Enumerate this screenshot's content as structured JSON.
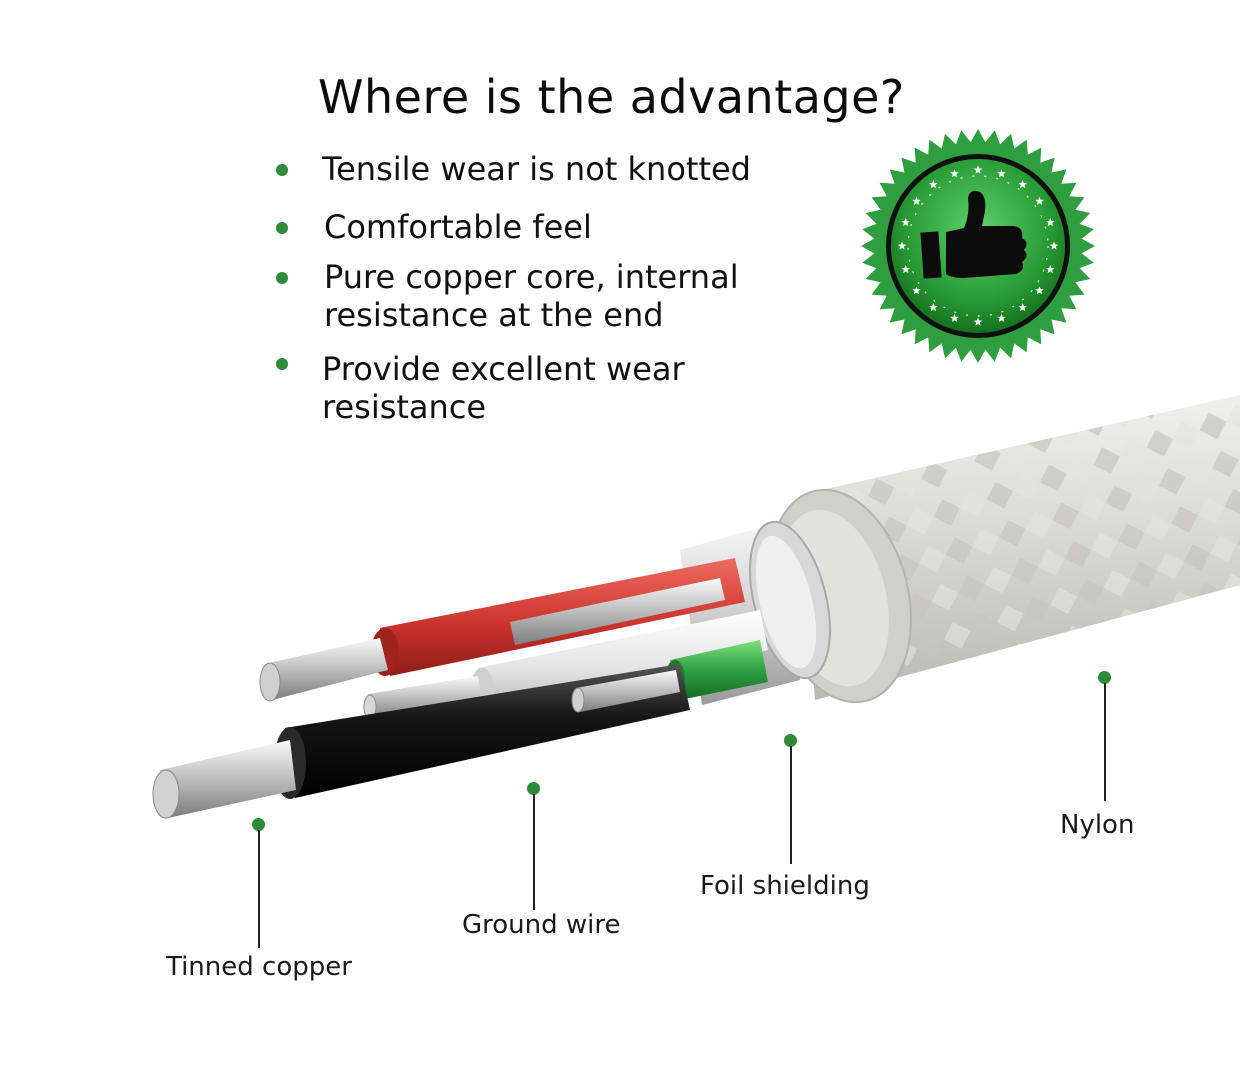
{
  "heading": "Where is the advantage?",
  "bullets": [
    {
      "lines": [
        "Tensile wear is not knotted"
      ]
    },
    {
      "lines": [
        "Comfortable feel"
      ]
    },
    {
      "lines": [
        "Pure copper core, internal",
        "resistance at the end"
      ]
    },
    {
      "lines": [
        "Provide excellent wear",
        "resistance"
      ]
    }
  ],
  "badge": {
    "icon": "thumbs-up-icon",
    "color": "#2f9e3f"
  },
  "callouts": {
    "tinned_copper": "Tinned copper",
    "ground_wire": "Ground wire",
    "foil_shielding": "Foil shielding",
    "nylon": "Nylon"
  },
  "colors": {
    "accent": "#2e8b3a",
    "wire_red": "#d8413b",
    "wire_black": "#151515",
    "wire_white": "#efefef",
    "wire_green": "#2fa043"
  }
}
